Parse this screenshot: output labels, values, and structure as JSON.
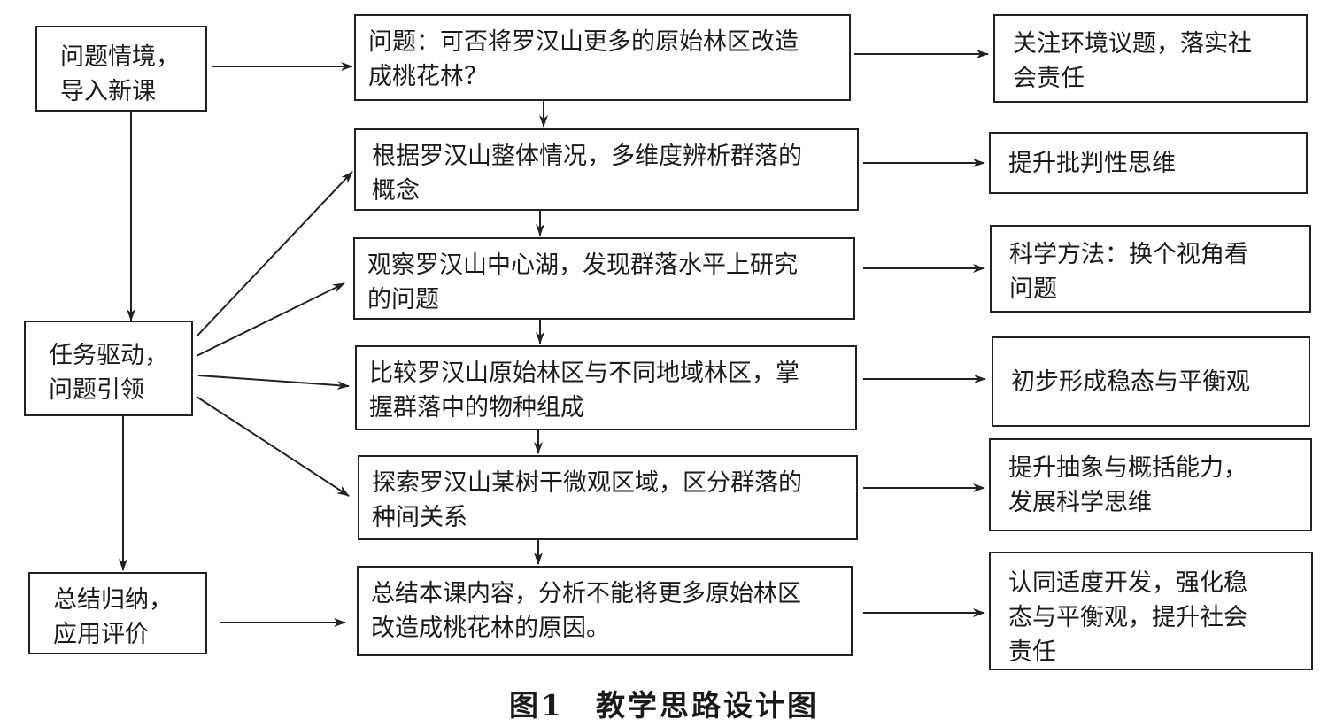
{
  "left": [
    {
      "lines": [
        "问题情境，",
        "导入新课"
      ]
    },
    {
      "lines": [
        "任务驱动，",
        "问题引领"
      ]
    },
    {
      "lines": [
        "总结归纳，",
        "应用评价"
      ]
    }
  ],
  "middle": [
    {
      "lines": [
        "问题：可否将罗汉山更多的原始林区改造",
        "成桃花林？"
      ]
    },
    {
      "lines": [
        "根据罗汉山整体情况，多维度辨析群落的",
        "概念"
      ]
    },
    {
      "lines": [
        "观察罗汉山中心湖，发现群落水平上研究",
        "的问题"
      ]
    },
    {
      "lines": [
        "比较罗汉山原始林区与不同地域林区，掌",
        "握群落中的物种组成"
      ]
    },
    {
      "lines": [
        "探索罗汉山某树干微观区域，区分群落的",
        "种间关系"
      ]
    },
    {
      "lines": [
        "总结本课内容，分析不能将更多原始林区",
        "改造成桃花林的原因。"
      ]
    }
  ],
  "right": [
    {
      "lines": [
        "关注环境议题，落实社",
        "会责任"
      ]
    },
    {
      "lines": [
        "提升批判性思维"
      ]
    },
    {
      "lines": [
        "科学方法：换个视角看",
        "问题"
      ]
    },
    {
      "lines": [
        "初步形成稳态与平衡观"
      ]
    },
    {
      "lines": [
        "提升抽象与概括能力，",
        "发展科学思维"
      ]
    },
    {
      "lines": [
        "认同适度开发，强化稳",
        "态与平衡观，提升社会",
        "责任"
      ]
    }
  ],
  "caption": {
    "number": "图1",
    "title": "教学思路设计图"
  }
}
